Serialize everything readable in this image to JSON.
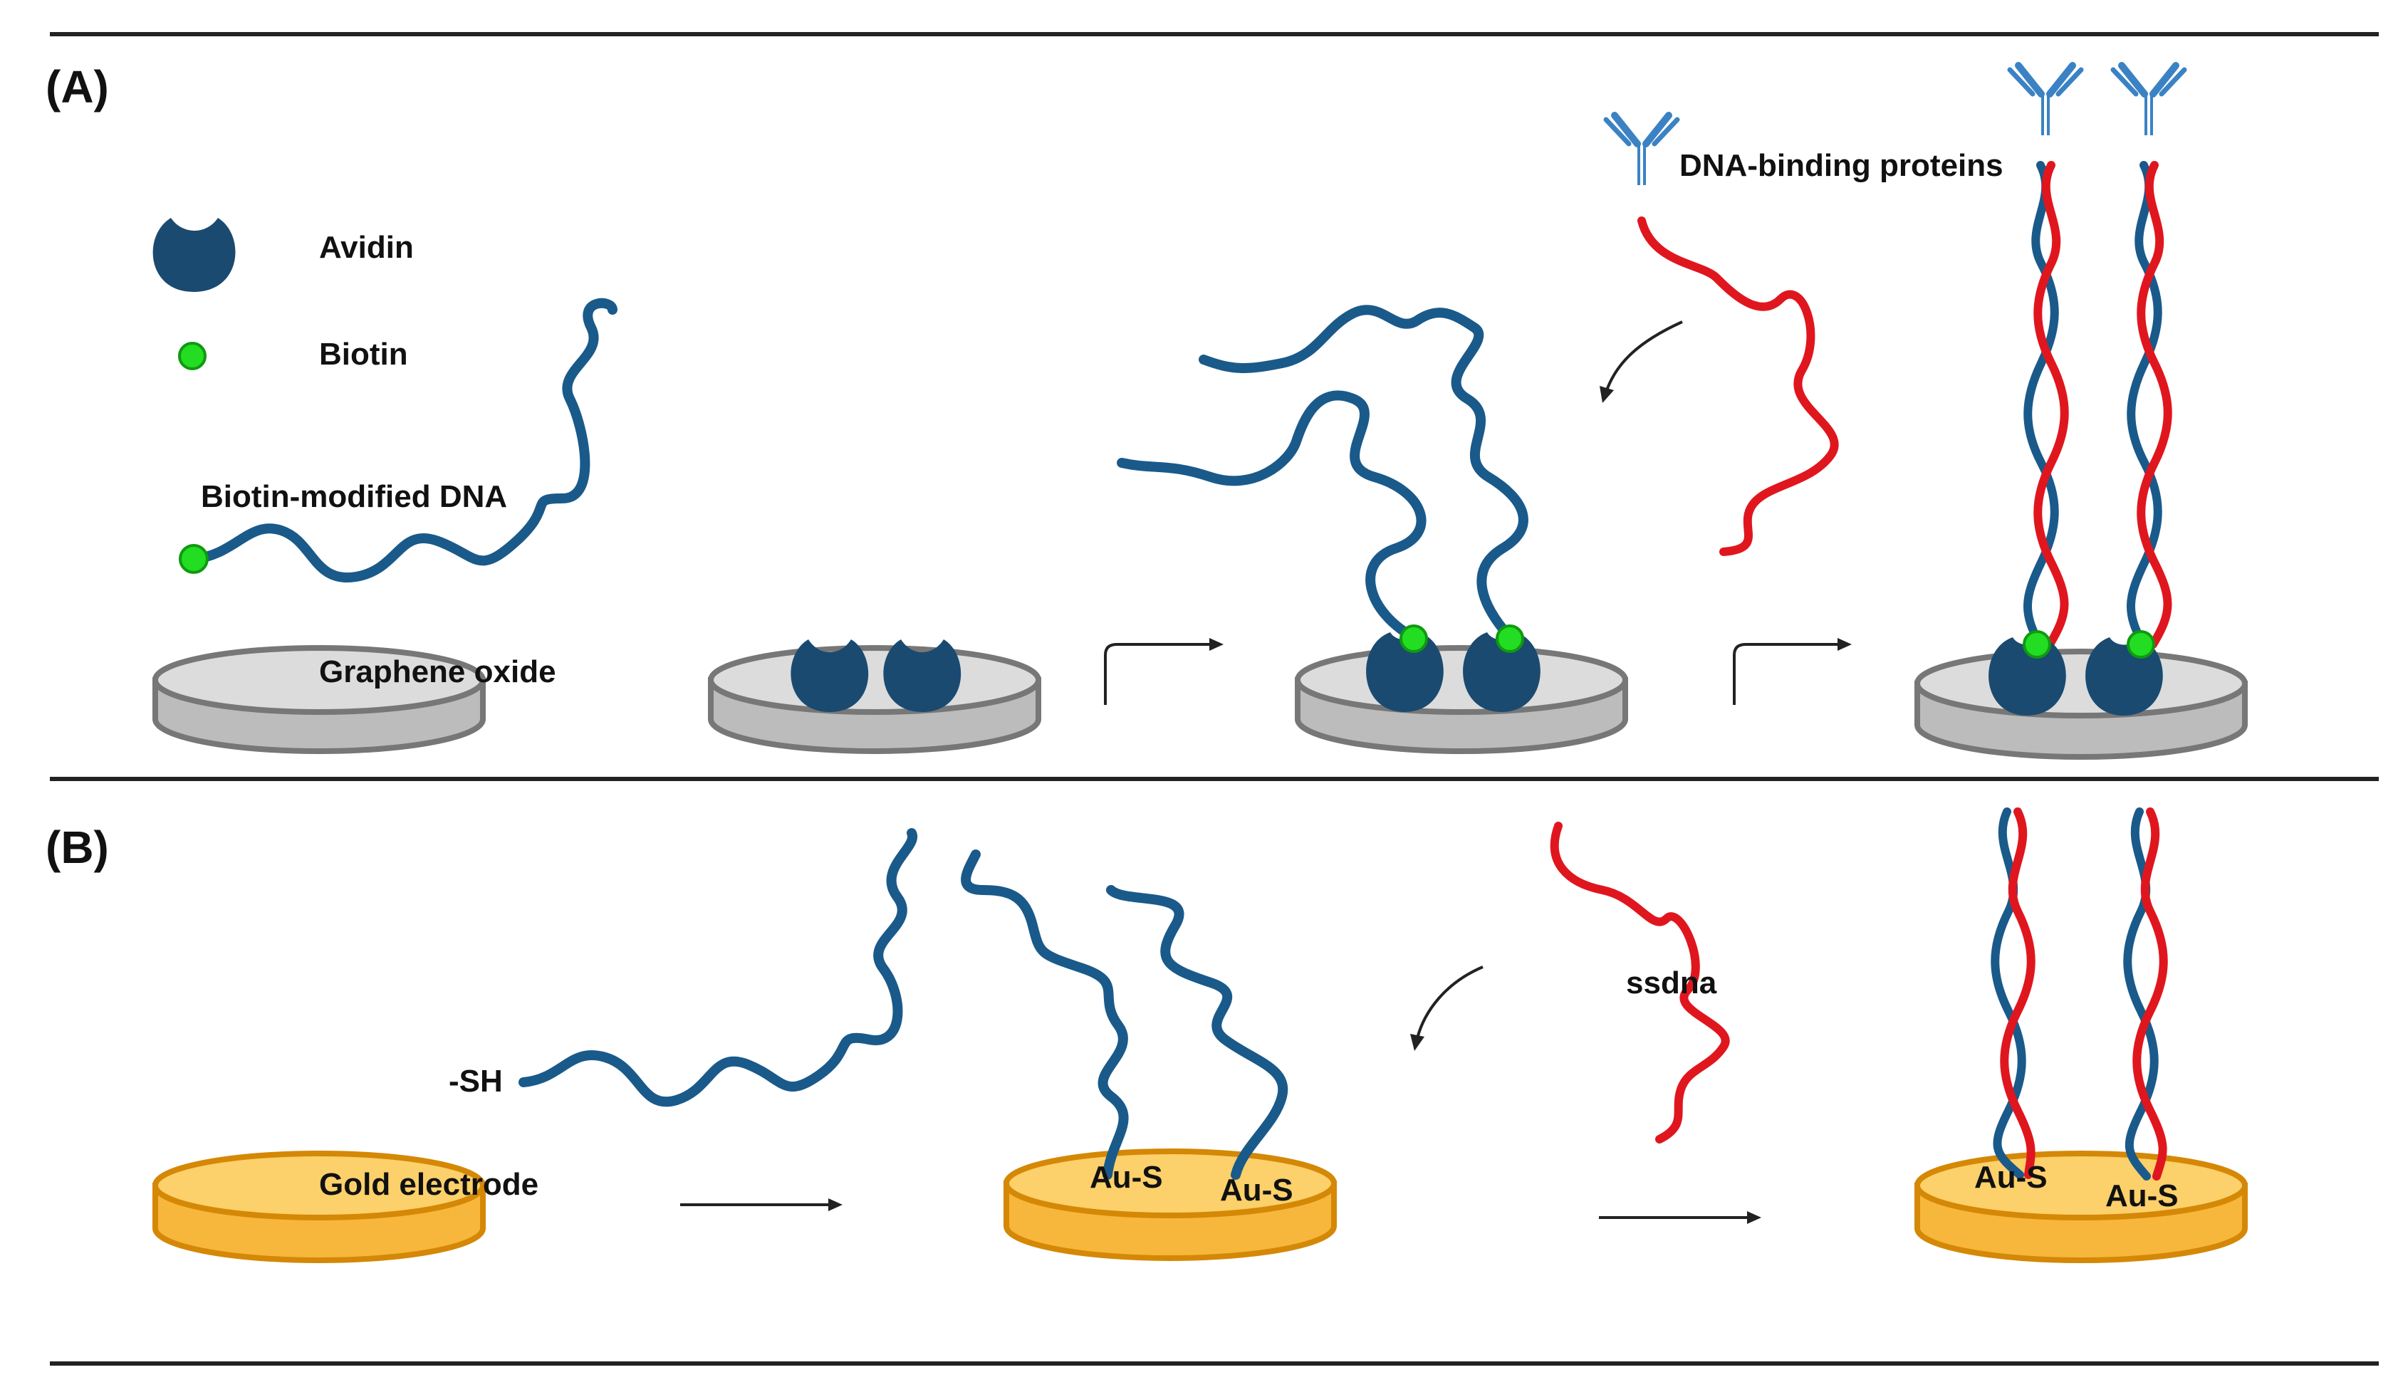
{
  "panels": {
    "a": {
      "label": "(A)",
      "legend": {
        "avidin": "Avidin",
        "biotin": "Biotin",
        "dna": "Biotin-modified DNA"
      },
      "substrate_label": "Graphene oxide",
      "protein_label": "DNA-binding proteins"
    },
    "b": {
      "label": "(B)",
      "thiol_label": "-SH",
      "substrate_label": "Gold electrode",
      "ssdna_label": "ssdna",
      "bond_label": "Au-S"
    }
  },
  "colors": {
    "probe_dna": "#1a5a8a",
    "target_dna": "#e0161e",
    "avidin": "#1a4a70",
    "biotin": "#22dd22",
    "graphene_oxide": "#d6d6d6",
    "gold": "#f7b73c",
    "antibody": "#3b82c4"
  }
}
